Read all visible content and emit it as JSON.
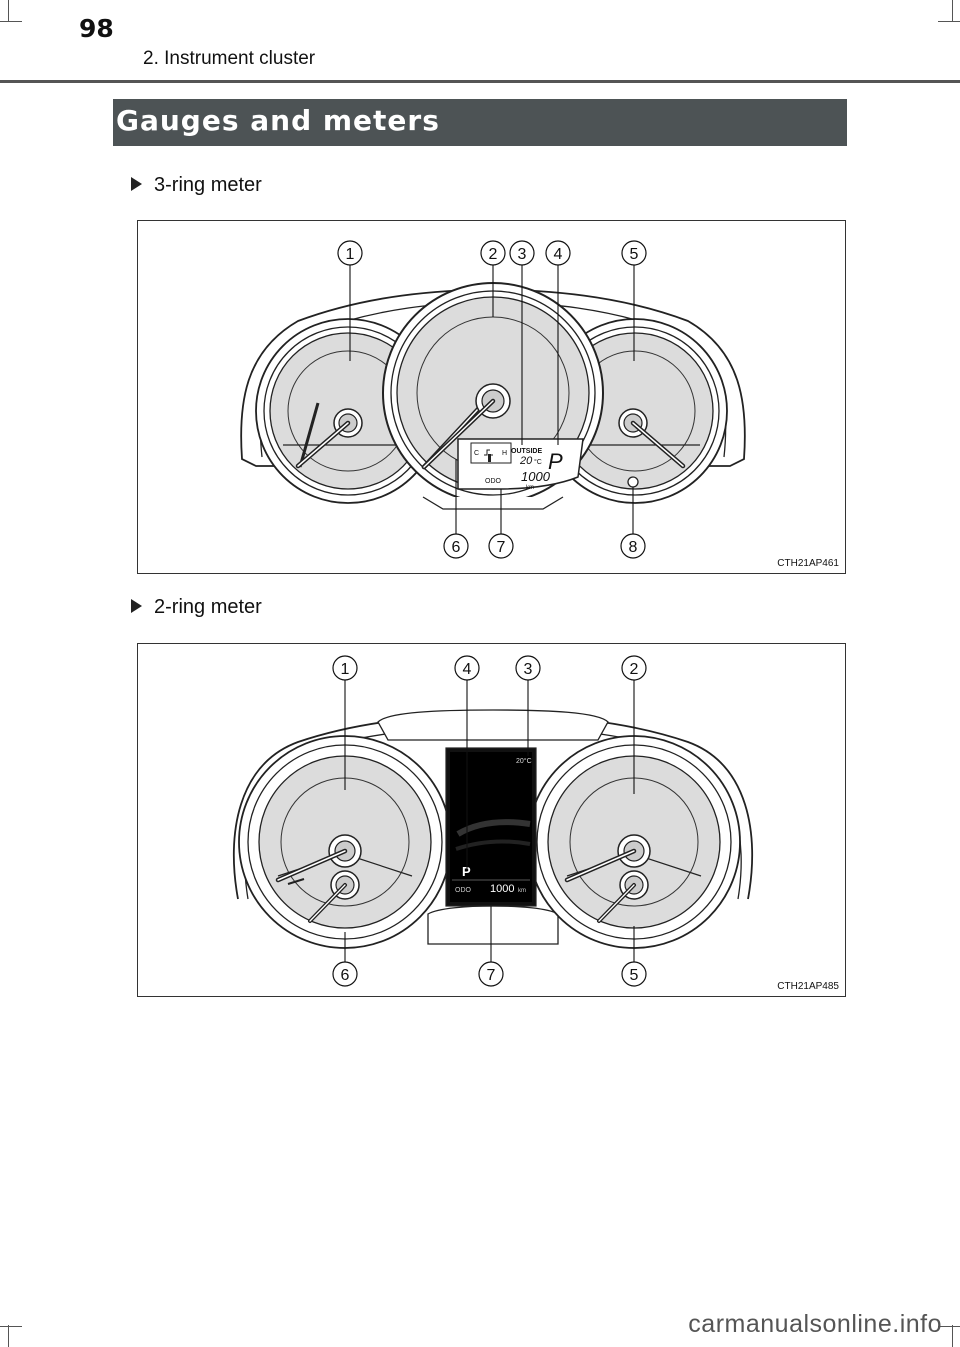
{
  "header": {
    "page_number": "98",
    "chapter": "2. Instrument cluster"
  },
  "section": {
    "title": "Gauges and meters"
  },
  "figure1": {
    "caption": "3-ring meter",
    "code": "CTH21AP461",
    "callouts": [
      "1",
      "2",
      "3",
      "4",
      "5",
      "6",
      "7",
      "8"
    ],
    "display": {
      "c": "C",
      "h": "H",
      "outside": "OUTSIDE",
      "temp": "20",
      "temp_unit": "°C",
      "gear": "P",
      "odo": "ODO",
      "odo_value": "1000",
      "odo_unit": "km"
    }
  },
  "figure2": {
    "caption": "2-ring meter",
    "code": "CTH21AP485",
    "callouts": [
      "1",
      "4",
      "3",
      "2",
      "6",
      "7",
      "5"
    ],
    "display": {
      "temp": "20°C",
      "gear": "P",
      "odo": "ODO",
      "odo_value": "1000",
      "odo_unit": "km"
    }
  },
  "footer": {
    "watermark": "carmanualsonline.info"
  }
}
